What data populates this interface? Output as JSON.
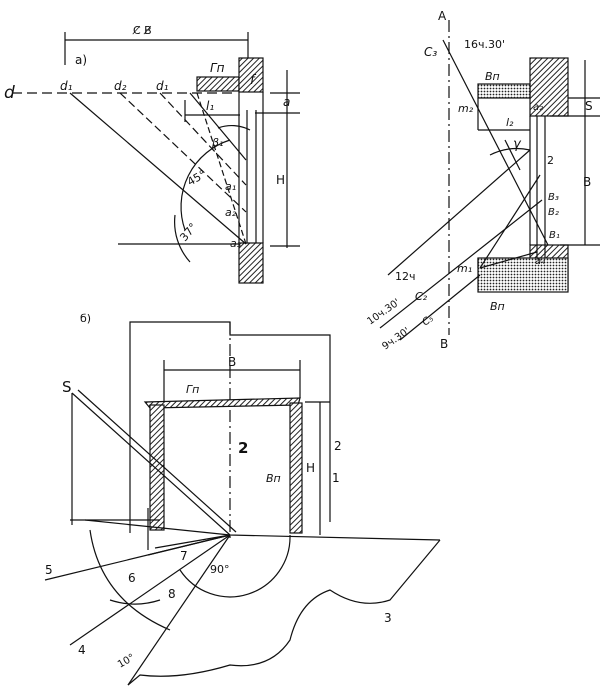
{
  "panel_a": {
    "label": "a)",
    "dim_top": "C̸ B̸",
    "line_label_d": "d",
    "points": {
      "d1": "d₁",
      "d2": "d₂",
      "d3": "d₁"
    },
    "lintel_label": "Γп",
    "f_label": "f",
    "a_label": "a",
    "l_label": "l₁",
    "H_label": "H",
    "beta_label": "β₁",
    "a_points": {
      "a1": "a₁",
      "a2": "a₂",
      "a3": "a₃"
    },
    "angle_45": "45°",
    "angle_37": "37°"
  },
  "panel_plan": {
    "A_label": "A",
    "B_label": "B",
    "C3_label": "C₃",
    "C2_label": "C₂",
    "C5_label": "C₅",
    "time_16": "16ч.30'",
    "time_12": "12ч",
    "time_10": "10ч.30'",
    "time_9": "9ч.30'",
    "Bn_top": "Bп",
    "Bn_bottom": "Bп",
    "S_label": "S",
    "l2_label": "l₂",
    "a2_label": "a₂",
    "m2_label": "m₂",
    "m1_label": "m₁",
    "gamma_label": "γ",
    "B_dim": "B",
    "pt_2": "2",
    "B3": "B₃",
    "B2": "B₂",
    "B1": "B₁",
    "a4_label": "a₄"
  },
  "panel_b": {
    "label": "б)",
    "S_label": "S",
    "lintel_label": "Гп",
    "B_label": "B",
    "center_label": "2",
    "H_label": "H",
    "Bn_label": "Bп",
    "num_2": "2",
    "num_1": "1",
    "num_3": "3",
    "num_4": "4",
    "num_5": "5",
    "num_6": "6",
    "num_7": "7",
    "num_8": "8",
    "angle_90": "90°",
    "angle_10": "10°"
  }
}
